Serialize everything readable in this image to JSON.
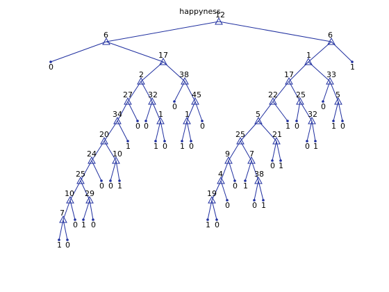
{
  "title": "happyness",
  "colors": {
    "line": "#1f2f9f",
    "text": "#000000",
    "background": "#ffffff"
  },
  "nodes": [
    {
      "id": "n0",
      "label": "12",
      "parent": null,
      "kind": "split"
    },
    {
      "id": "n1",
      "label": "6",
      "parent": "n0",
      "kind": "split"
    },
    {
      "id": "n2",
      "label": "6",
      "parent": "n0",
      "kind": "split"
    },
    {
      "id": "n3",
      "label": "0",
      "parent": "n1",
      "kind": "leaf"
    },
    {
      "id": "n4",
      "label": "17",
      "parent": "n1",
      "kind": "split"
    },
    {
      "id": "n5",
      "label": "2",
      "parent": "n4",
      "kind": "split"
    },
    {
      "id": "n6",
      "label": "38",
      "parent": "n4",
      "kind": "split"
    },
    {
      "id": "n7",
      "label": "27",
      "parent": "n5",
      "kind": "split"
    },
    {
      "id": "n8",
      "label": "32",
      "parent": "n5",
      "kind": "split"
    },
    {
      "id": "n9",
      "label": "0",
      "parent": "n6",
      "kind": "leaf"
    },
    {
      "id": "n10",
      "label": "45",
      "parent": "n6",
      "kind": "split"
    },
    {
      "id": "n11",
      "label": "34",
      "parent": "n7",
      "kind": "split"
    },
    {
      "id": "n12",
      "label": "0",
      "parent": "n7",
      "kind": "leaf"
    },
    {
      "id": "n13",
      "label": "0",
      "parent": "n8",
      "kind": "leaf"
    },
    {
      "id": "n14",
      "label": "1",
      "parent": "n8",
      "kind": "split"
    },
    {
      "id": "n15",
      "label": "1",
      "parent": "n10",
      "kind": "split"
    },
    {
      "id": "n16",
      "label": "0",
      "parent": "n10",
      "kind": "leaf"
    },
    {
      "id": "n17",
      "label": "20",
      "parent": "n11",
      "kind": "split"
    },
    {
      "id": "n18",
      "label": "1",
      "parent": "n11",
      "kind": "leaf"
    },
    {
      "id": "n19",
      "label": "1",
      "parent": "n14",
      "kind": "leaf"
    },
    {
      "id": "n20",
      "label": "0",
      "parent": "n14",
      "kind": "leaf"
    },
    {
      "id": "n21",
      "label": "1",
      "parent": "n15",
      "kind": "leaf"
    },
    {
      "id": "n22",
      "label": "0",
      "parent": "n15",
      "kind": "leaf"
    },
    {
      "id": "n23",
      "label": "24",
      "parent": "n17",
      "kind": "split"
    },
    {
      "id": "n24",
      "label": "10",
      "parent": "n17",
      "kind": "split"
    },
    {
      "id": "n25",
      "label": "25",
      "parent": "n23",
      "kind": "split"
    },
    {
      "id": "n26",
      "label": "0",
      "parent": "n23",
      "kind": "leaf"
    },
    {
      "id": "n27",
      "label": "0",
      "parent": "n24",
      "kind": "leaf"
    },
    {
      "id": "n28",
      "label": "1",
      "parent": "n24",
      "kind": "leaf"
    },
    {
      "id": "n29",
      "label": "10",
      "parent": "n25",
      "kind": "split"
    },
    {
      "id": "n30",
      "label": "29",
      "parent": "n25",
      "kind": "split"
    },
    {
      "id": "n31",
      "label": "7",
      "parent": "n29",
      "kind": "split"
    },
    {
      "id": "n32",
      "label": "0",
      "parent": "n29",
      "kind": "leaf"
    },
    {
      "id": "n33",
      "label": "1",
      "parent": "n30",
      "kind": "leaf"
    },
    {
      "id": "n34",
      "label": "0",
      "parent": "n30",
      "kind": "leaf"
    },
    {
      "id": "n35",
      "label": "1",
      "parent": "n31",
      "kind": "leaf"
    },
    {
      "id": "n36",
      "label": "0",
      "parent": "n31",
      "kind": "leaf"
    },
    {
      "id": "n37",
      "label": "1",
      "parent": "n2",
      "kind": "split"
    },
    {
      "id": "n38",
      "label": "1",
      "parent": "n2",
      "kind": "leaf"
    },
    {
      "id": "n39",
      "label": "17",
      "parent": "n37",
      "kind": "split"
    },
    {
      "id": "n40",
      "label": "33",
      "parent": "n37",
      "kind": "split"
    },
    {
      "id": "n41",
      "label": "22",
      "parent": "n39",
      "kind": "split"
    },
    {
      "id": "n42",
      "label": "25",
      "parent": "n39",
      "kind": "split"
    },
    {
      "id": "n43",
      "label": "0",
      "parent": "n40",
      "kind": "leaf"
    },
    {
      "id": "n44",
      "label": "5",
      "parent": "n40",
      "kind": "split"
    },
    {
      "id": "n45",
      "label": "5",
      "parent": "n41",
      "kind": "split"
    },
    {
      "id": "n46",
      "label": "1",
      "parent": "n41",
      "kind": "leaf"
    },
    {
      "id": "n47",
      "label": "0",
      "parent": "n42",
      "kind": "leaf"
    },
    {
      "id": "n48",
      "label": "32",
      "parent": "n42",
      "kind": "split"
    },
    {
      "id": "n49",
      "label": "1",
      "parent": "n44",
      "kind": "leaf"
    },
    {
      "id": "n50",
      "label": "0",
      "parent": "n44",
      "kind": "leaf"
    },
    {
      "id": "n51",
      "label": "25",
      "parent": "n45",
      "kind": "split"
    },
    {
      "id": "n52",
      "label": "21",
      "parent": "n45",
      "kind": "split"
    },
    {
      "id": "n53",
      "label": "0",
      "parent": "n48",
      "kind": "leaf"
    },
    {
      "id": "n54",
      "label": "1",
      "parent": "n48",
      "kind": "leaf"
    },
    {
      "id": "n55",
      "label": "9",
      "parent": "n51",
      "kind": "split"
    },
    {
      "id": "n56",
      "label": "7",
      "parent": "n51",
      "kind": "split"
    },
    {
      "id": "n57",
      "label": "0",
      "parent": "n52",
      "kind": "leaf"
    },
    {
      "id": "n58",
      "label": "1",
      "parent": "n52",
      "kind": "leaf"
    },
    {
      "id": "n59",
      "label": "4",
      "parent": "n55",
      "kind": "split"
    },
    {
      "id": "n60",
      "label": "0",
      "parent": "n55",
      "kind": "leaf"
    },
    {
      "id": "n61",
      "label": "1",
      "parent": "n56",
      "kind": "leaf"
    },
    {
      "id": "n62",
      "label": "38",
      "parent": "n56",
      "kind": "split"
    },
    {
      "id": "n63",
      "label": "19",
      "parent": "n59",
      "kind": "split"
    },
    {
      "id": "n64",
      "label": "0",
      "parent": "n59",
      "kind": "leaf"
    },
    {
      "id": "n65",
      "label": "0",
      "parent": "n62",
      "kind": "leaf"
    },
    {
      "id": "n66",
      "label": "1",
      "parent": "n62",
      "kind": "leaf"
    },
    {
      "id": "n67",
      "label": "1",
      "parent": "n63",
      "kind": "leaf"
    },
    {
      "id": "n68",
      "label": "0",
      "parent": "n63",
      "kind": "leaf"
    }
  ]
}
